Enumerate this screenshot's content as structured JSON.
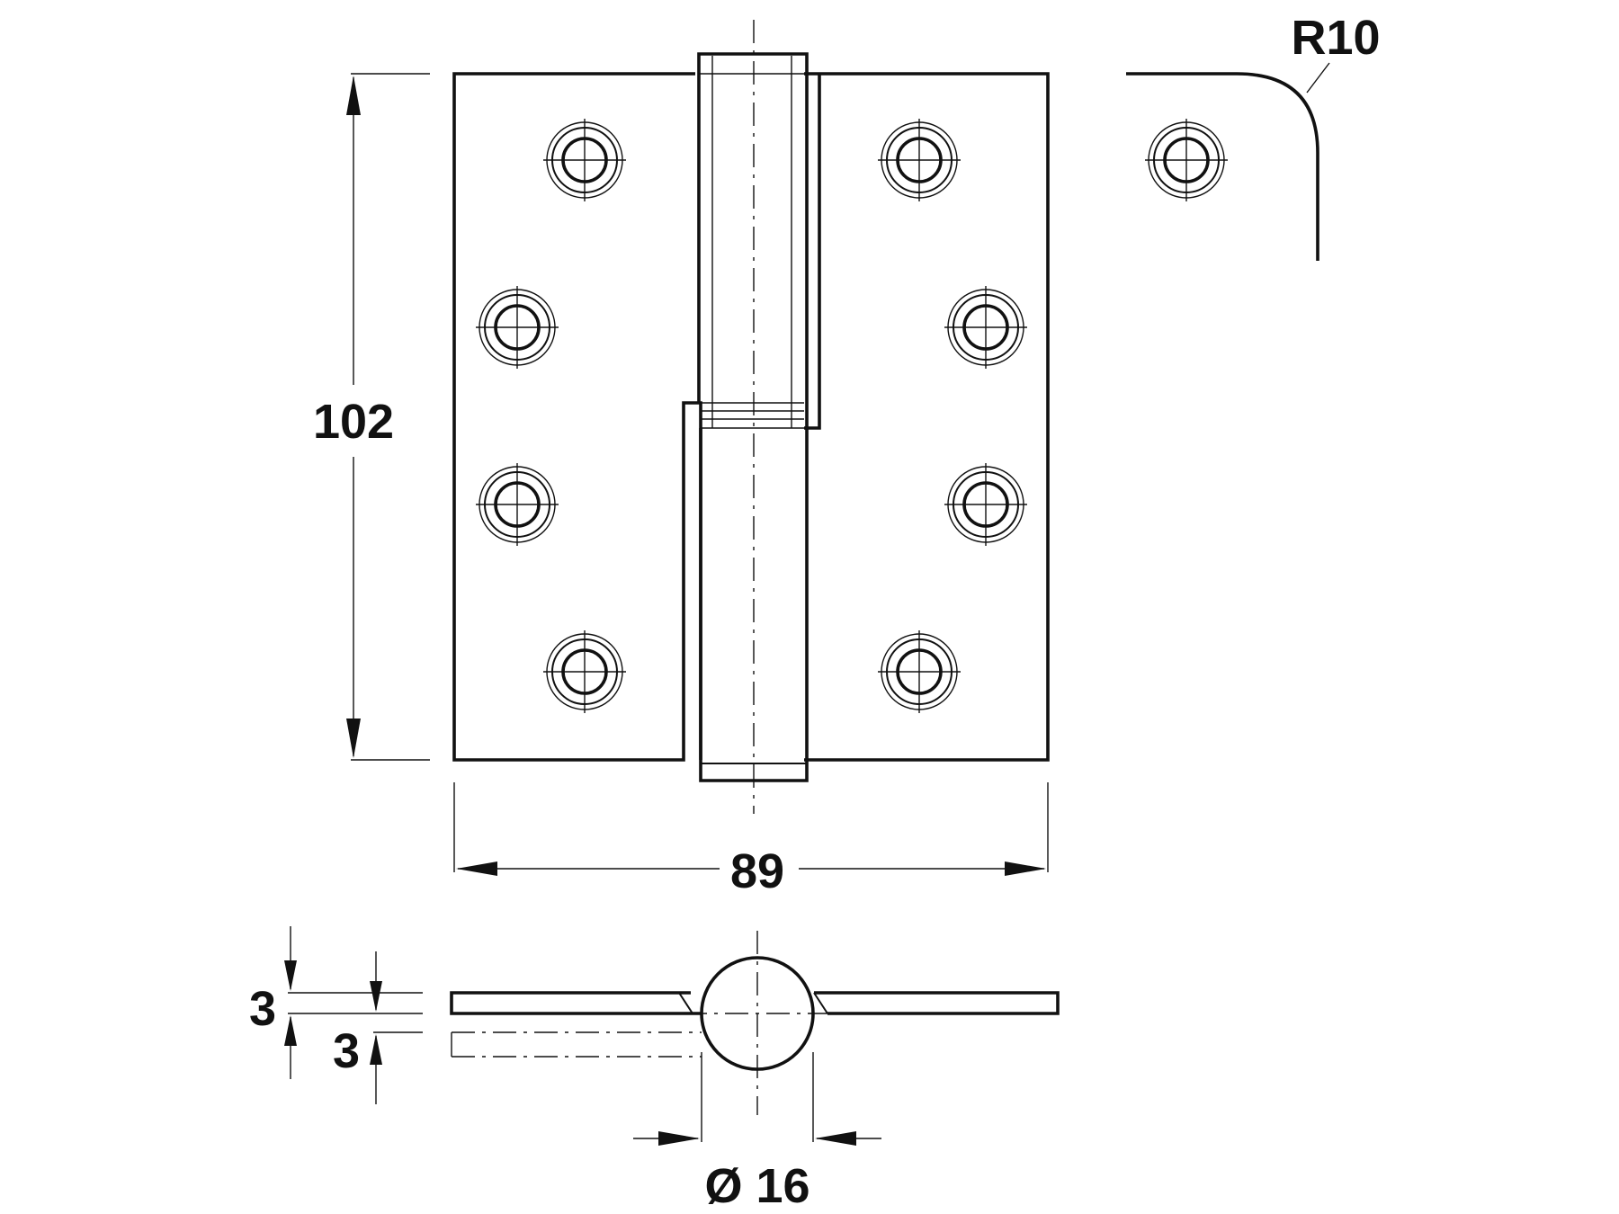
{
  "drawing": {
    "subject": "Lift-off butt hinge, technical drawing",
    "units": "mm",
    "colors": {
      "line": "#111111",
      "background": "#ffffff"
    }
  },
  "dimensions": {
    "height": "102",
    "width": "89",
    "corner_radius": "R10",
    "leaf_thickness_upper": "3",
    "leaf_thickness_lower": "3",
    "knuckle_diameter": "Ø 16"
  },
  "holes": {
    "left_leaf": 4,
    "right_leaf": 4,
    "detail_view": 1
  }
}
